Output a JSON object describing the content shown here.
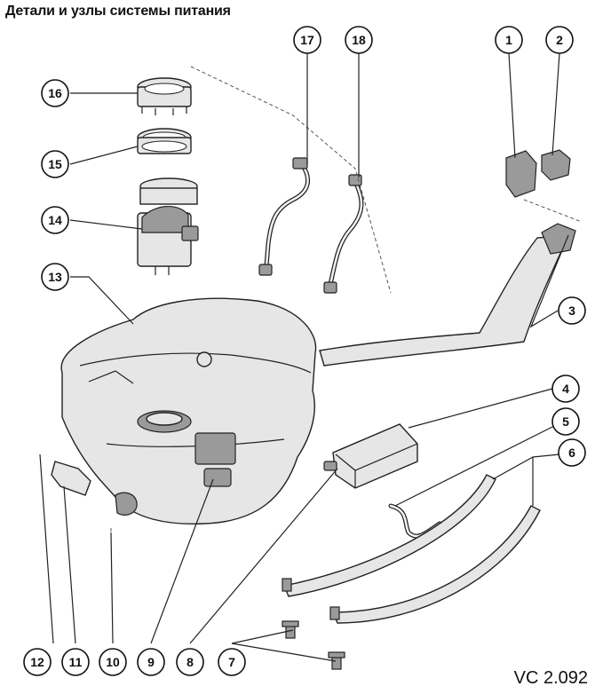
{
  "title": "Детали и узлы системы питания",
  "figure_code": "VC 2.092",
  "callouts": [
    "1",
    "2",
    "3",
    "4",
    "5",
    "6",
    "7",
    "8",
    "9",
    "10",
    "11",
    "12",
    "13",
    "14",
    "15",
    "16",
    "17",
    "18"
  ]
}
